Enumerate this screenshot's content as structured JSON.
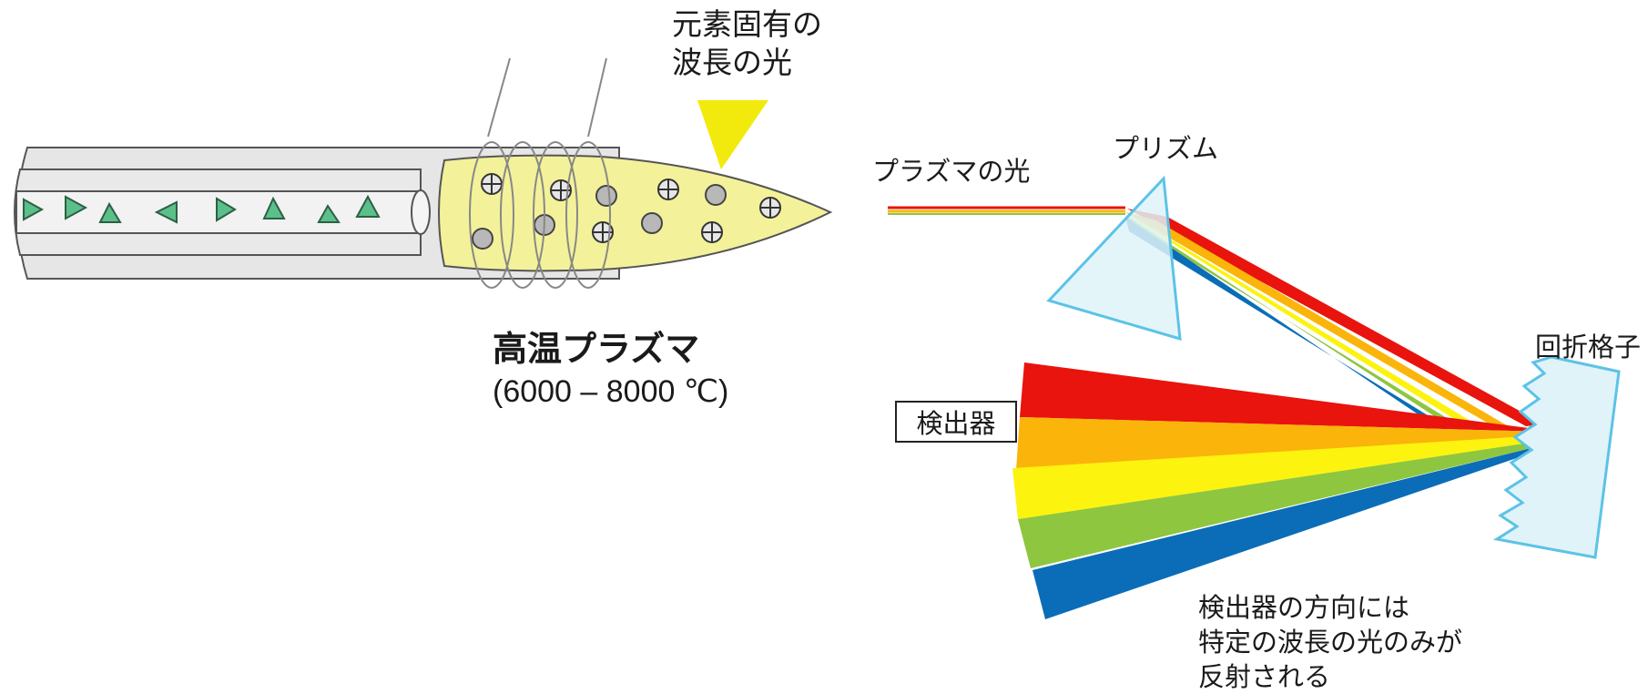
{
  "labels": {
    "element_light": [
      "元素固有の",
      "波長の光"
    ],
    "plasma_title": "高温プラズマ",
    "plasma_temp": "(6000 – 8000 ℃)",
    "plasma_light": "プラズマの光",
    "prism": "プリズム",
    "grating": "回折格子",
    "detector": "検出器",
    "note": [
      "検出器の方向には",
      "特定の波長の光のみが",
      "反射される"
    ]
  },
  "colors": {
    "spectrum": [
      "#e8140d",
      "#fbb40a",
      "#fcf30f",
      "#8ec63f",
      "#0b6db7"
    ],
    "plasma_yellow": "#f3f29a",
    "triangle_green": "#5bbf8a",
    "prism_blue": "#5cc3e6",
    "tube_gray": "#e6e6e6"
  }
}
